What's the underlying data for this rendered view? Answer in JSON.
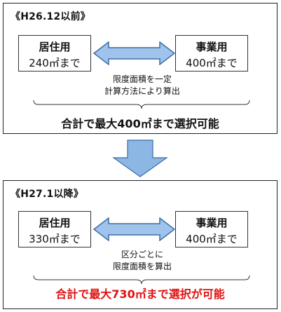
{
  "before": {
    "era_label": "《H26.12以前》",
    "residential": {
      "title": "居住用",
      "value": "240㎡まで"
    },
    "business": {
      "title": "事業用",
      "value": "400㎡まで"
    },
    "note_line1": "限度面積を一定",
    "note_line2": "計算方法により算出",
    "total": "合計で最大400㎡まで選択可能"
  },
  "after": {
    "era_label": "《H27.1以降》",
    "residential": {
      "title": "居住用",
      "value": "330㎡まで"
    },
    "business": {
      "title": "事業用",
      "value": "400㎡まで"
    },
    "note_line1": "区分ごとに",
    "note_line2": "限度面積を算出",
    "total": "合計で最大730㎡まで選択が可能"
  },
  "colors": {
    "arrow_fill": "#9fc3ea",
    "arrow_stroke": "#3a6ea5",
    "down_arrow_fill": "#8cb6e4",
    "highlight_text": "#e01010"
  }
}
